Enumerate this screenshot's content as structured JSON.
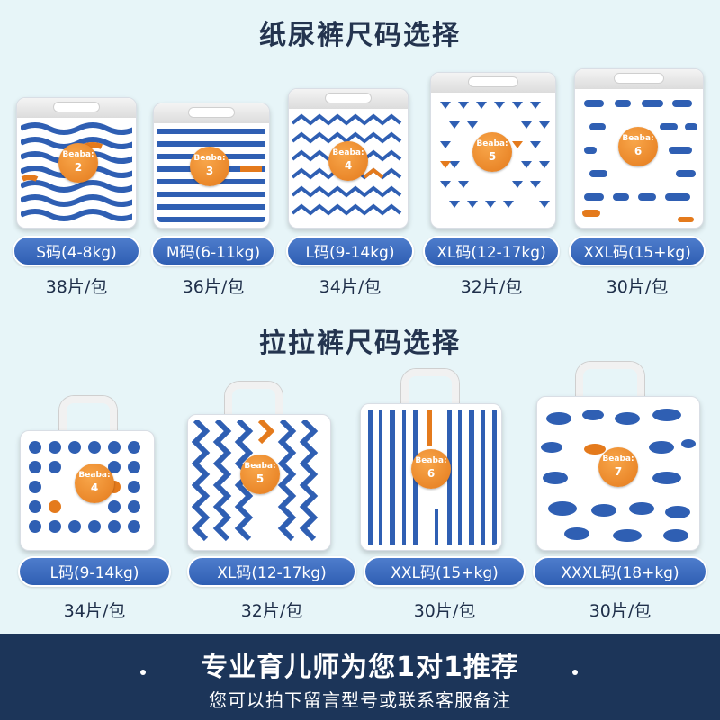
{
  "sections": {
    "diaper_title": "纸尿裤尺码选择",
    "pullup_title": "拉拉裤尺码选择"
  },
  "brand": "Beaba:",
  "diapers": [
    {
      "size": "S码(4-8kg)",
      "count": "38片/包",
      "number": "2"
    },
    {
      "size": "M码(6-11kg)",
      "count": "36片/包",
      "number": "3"
    },
    {
      "size": "L码(9-14kg)",
      "count": "34片/包",
      "number": "4"
    },
    {
      "size": "XL码(12-17kg)",
      "count": "32片/包",
      "number": "5"
    },
    {
      "size": "XXL码(15+kg)",
      "count": "30片/包",
      "number": "6"
    }
  ],
  "pullups": [
    {
      "size": "L码(9-14kg)",
      "count": "34片/包",
      "number": "4"
    },
    {
      "size": "XL码(12-17kg)",
      "count": "32片/包",
      "number": "5"
    },
    {
      "size": "XXL码(15+kg)",
      "count": "30片/包",
      "number": "6"
    },
    {
      "size": "XXXL码(18+kg)",
      "count": "30片/包",
      "number": "7"
    }
  ],
  "footer": {
    "headline": "专业育儿师为您1对1推荐",
    "subline": "您可以拍下留言型号或联系客服备注"
  },
  "colors": {
    "background": "#e7f5f8",
    "pill": "#2f5fb3",
    "footer": "#1c3559",
    "accent_orange": "#e47a1c",
    "pattern_blue": "#2f5fb3"
  }
}
